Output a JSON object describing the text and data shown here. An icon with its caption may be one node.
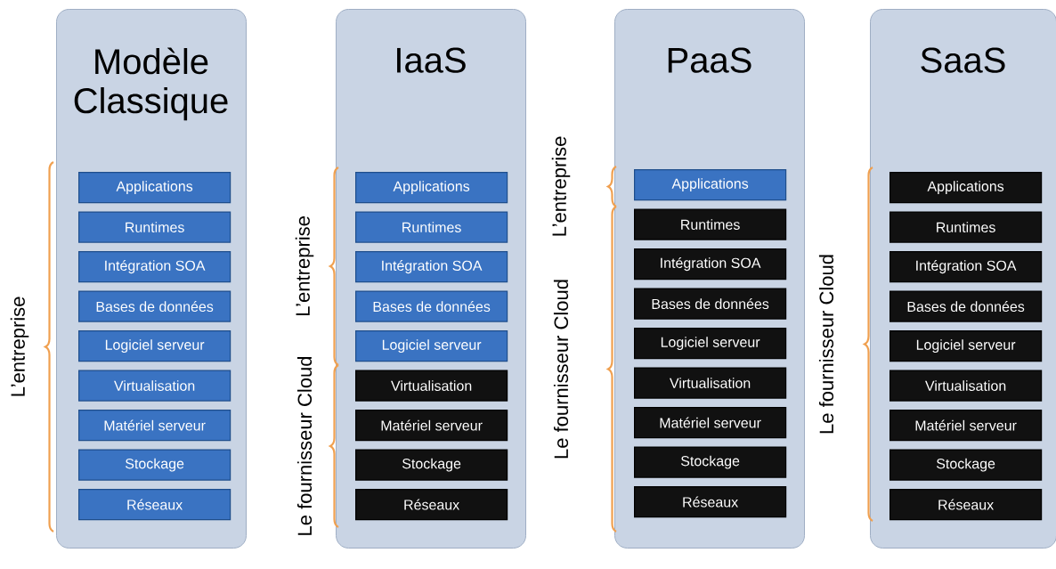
{
  "diagram": {
    "nodes": [
      {
        "text": [
          "Modèle Classique"
        ]
      },
      {
        "text": [
          "Applications"
        ],
        "in": 0
      },
      {
        "text": [
          "Runtimes"
        ],
        "in": 0
      },
      {
        "text": [
          "Intégration SOA"
        ],
        "in": 0
      },
      {
        "text": [
          "Bases de données"
        ],
        "in": 0
      },
      {
        "text": [
          "Logiciel serveur"
        ],
        "in": 0
      },
      {
        "text": [
          "Virtualisation"
        ],
        "in": 0
      },
      {
        "text": [
          "Matériel serveur"
        ],
        "in": 0
      },
      {
        "text": [
          "Stockage"
        ],
        "in": 0
      },
      {
        "text": [
          "Réseaux"
        ],
        "in": 0
      },
      {
        "text": [
          "IaaS"
        ]
      },
      {
        "text": [
          "Applications"
        ],
        "in": 10
      },
      {
        "text": [
          "Runtimes"
        ],
        "in": 10
      },
      {
        "text": [
          "Intégration SOA"
        ],
        "in": 10
      },
      {
        "text": [
          "Bases de données"
        ],
        "in": 10
      },
      {
        "text": [
          "Logiciel serveur"
        ],
        "in": 10
      },
      {
        "text": [
          "Virtualisation"
        ],
        "in": 10
      },
      {
        "text": [
          "Matériel serveur"
        ],
        "in": 10
      },
      {
        "text": [
          "Stockage"
        ],
        "in": 10
      },
      {
        "text": [
          "Réseaux"
        ],
        "in": 10
      },
      {
        "text": [
          "PaaS"
        ]
      },
      {
        "text": [
          "Applications"
        ],
        "in": 20
      },
      {
        "text": [
          "Runtimes"
        ],
        "in": 20
      },
      {
        "text": [
          "Intégration SOA"
        ],
        "in": 20
      },
      {
        "text": [
          "Bases de données"
        ],
        "in": 20
      },
      {
        "text": [
          "Logiciel serveur"
        ],
        "in": 20
      },
      {
        "text": [
          "Virtualisation"
        ],
        "in": 20
      },
      {
        "text": [
          "Matériel serveur"
        ],
        "in": 20
      },
      {
        "text": [
          "Stockage"
        ],
        "in": 20
      },
      {
        "text": [
          "Réseaux"
        ],
        "in": 20
      },
      {
        "text": [
          "SaaS"
        ]
      },
      {
        "text": [
          "Applications"
        ],
        "in": 30
      },
      {
        "text": [
          "Runtimes"
        ],
        "in": 30
      },
      {
        "text": [
          "Intégration SOA"
        ],
        "in": 30
      },
      {
        "text": [
          "Bases de données"
        ],
        "in": 30
      },
      {
        "text": [
          "Logiciel serveur"
        ],
        "in": 30
      },
      {
        "text": [
          "Virtualisation"
        ],
        "in": 30
      },
      {
        "text": [
          "Matériel serveur"
        ],
        "in": 30
      },
      {
        "text": [
          "Stockage"
        ],
        "in": 30
      },
      {
        "text": [
          "Réseaux"
        ],
        "in": 30
      }
    ],
    "labels": [
      "L’entreprise",
      "L’entreprise",
      "Le fournisseur Cloud",
      "L’entreprise",
      "Le fournisseur Cloud",
      "Le fournisseur Cloud"
    ]
  }
}
